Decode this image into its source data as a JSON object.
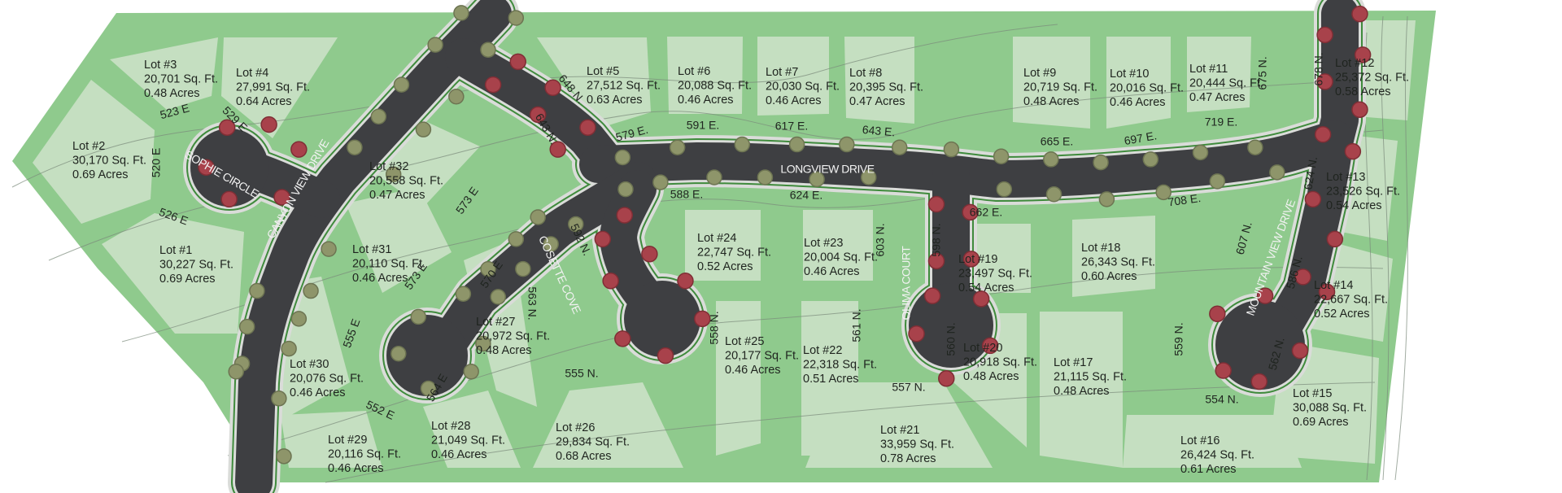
{
  "colors": {
    "open_space": "#8fca8d",
    "lot_fill": "#c5dfc1",
    "road": "#3e3f42",
    "curb": "#dadcd9",
    "median_strip": "#3f8b3c",
    "tree_olive": "#8e956a",
    "tree_red": "#a8424b"
  },
  "streets": {
    "canyon_view": "CANYON VIEW DRIVE",
    "sophie": "SOPHIE CIRCLE",
    "longview": "LONGVIEW DRIVE",
    "cosette": "COSETTE COVE",
    "olima": "OLIMA COURT",
    "mountain_view": "MOUNTAIN VIEW DRIVE"
  },
  "lots": [
    {
      "lot": "Lot #1",
      "sqft": "30,227 Sq. Ft.",
      "acres": "0.69 Acres"
    },
    {
      "lot": "Lot #2",
      "sqft": "30,170 Sq. Ft.",
      "acres": "0.69 Acres"
    },
    {
      "lot": "Lot #3",
      "sqft": "20,701 Sq. Ft.",
      "acres": "0.48 Acres"
    },
    {
      "lot": "Lot #4",
      "sqft": "27,991 Sq. Ft.",
      "acres": "0.64 Acres"
    },
    {
      "lot": "Lot #5",
      "sqft": "27,512 Sq. Ft.",
      "acres": "0.63 Acres"
    },
    {
      "lot": "Lot #6",
      "sqft": "20,088 Sq. Ft.",
      "acres": "0.46 Acres"
    },
    {
      "lot": "Lot #7",
      "sqft": "20,030 Sq. Ft.",
      "acres": "0.46 Acres"
    },
    {
      "lot": "Lot #8",
      "sqft": "20,395 Sq. Ft.",
      "acres": "0.47 Acres"
    },
    {
      "lot": "Lot #9",
      "sqft": "20,719 Sq. Ft.",
      "acres": "0.48 Acres"
    },
    {
      "lot": "Lot #10",
      "sqft": "20,016 Sq. Ft.",
      "acres": "0.46 Acres"
    },
    {
      "lot": "Lot #11",
      "sqft": "20,444 Sq. Ft.",
      "acres": "0.47 Acres"
    },
    {
      "lot": "Lot #12",
      "sqft": "25,372 Sq. Ft.",
      "acres": "0.58 Acres"
    },
    {
      "lot": "Lot #13",
      "sqft": "23,526 Sq. Ft.",
      "acres": "0.54 Acres"
    },
    {
      "lot": "Lot #14",
      "sqft": "22,667 Sq. Ft.",
      "acres": "0.52 Acres"
    },
    {
      "lot": "Lot #15",
      "sqft": "30,088 Sq. Ft.",
      "acres": "0.69 Acres"
    },
    {
      "lot": "Lot #16",
      "sqft": "26,424 Sq. Ft.",
      "acres": "0.61 Acres"
    },
    {
      "lot": "Lot #17",
      "sqft": "21,115 Sq. Ft.",
      "acres": "0.48 Acres"
    },
    {
      "lot": "Lot #18",
      "sqft": "26,343 Sq. Ft.",
      "acres": "0.60 Acres"
    },
    {
      "lot": "Lot #19",
      "sqft": "23,497 Sq. Ft.",
      "acres": "0.54 Acres"
    },
    {
      "lot": "Lot #20",
      "sqft": "20,918 Sq. Ft.",
      "acres": "0.48 Acres"
    },
    {
      "lot": "Lot #21",
      "sqft": "33,959 Sq. Ft.",
      "acres": "0.78 Acres"
    },
    {
      "lot": "Lot #22",
      "sqft": "22,318 Sq. Ft.",
      "acres": "0.51 Acres"
    },
    {
      "lot": "Lot #23",
      "sqft": "20,004 Sq. Ft.",
      "acres": "0.46 Acres"
    },
    {
      "lot": "Lot #24",
      "sqft": "22,747 Sq. Ft.",
      "acres": "0.52 Acres"
    },
    {
      "lot": "Lot #25",
      "sqft": "20,177 Sq. Ft.",
      "acres": "0.46 Acres"
    },
    {
      "lot": "Lot #26",
      "sqft": "29,834 Sq. Ft.",
      "acres": "0.68 Acres"
    },
    {
      "lot": "Lot #27",
      "sqft": "20,972 Sq. Ft.",
      "acres": "0.48 Acres"
    },
    {
      "lot": "Lot #28",
      "sqft": "21,049 Sq. Ft.",
      "acres": "0.46 Acres"
    },
    {
      "lot": "Lot #29",
      "sqft": "20,116 Sq. Ft.",
      "acres": "0.46 Acres"
    },
    {
      "lot": "Lot #30",
      "sqft": "20,076 Sq. Ft.",
      "acres": "0.46 Acres"
    },
    {
      "lot": "Lot #31",
      "sqft": "20,110 Sq. Ft.",
      "acres": "0.46 Acres"
    },
    {
      "lot": "Lot #32",
      "sqft": "20,558 Sq. Ft.",
      "acres": "0.47 Acres"
    }
  ],
  "addresses": [
    "526 E",
    "520 E",
    "523 E",
    "529 E",
    "648 N.",
    "643 N.",
    "579 E.",
    "591 E.",
    "617 E.",
    "643 E.",
    "665 E.",
    "697 E.",
    "719 E.",
    "675 N.",
    "678 N.",
    "624 N.",
    "588 E.",
    "624 E.",
    "662 E.",
    "708 E.",
    "573 E",
    "573 E",
    "570 E",
    "555 E",
    "552 E",
    "564 E",
    "563 N.",
    "592 N.",
    "555 N.",
    "558 N.",
    "603 N.",
    "598 N.",
    "561 N.",
    "560 N.",
    "557 N.",
    "607 N.",
    "586 N.",
    "559 N.",
    "562 N.",
    "554 N."
  ]
}
